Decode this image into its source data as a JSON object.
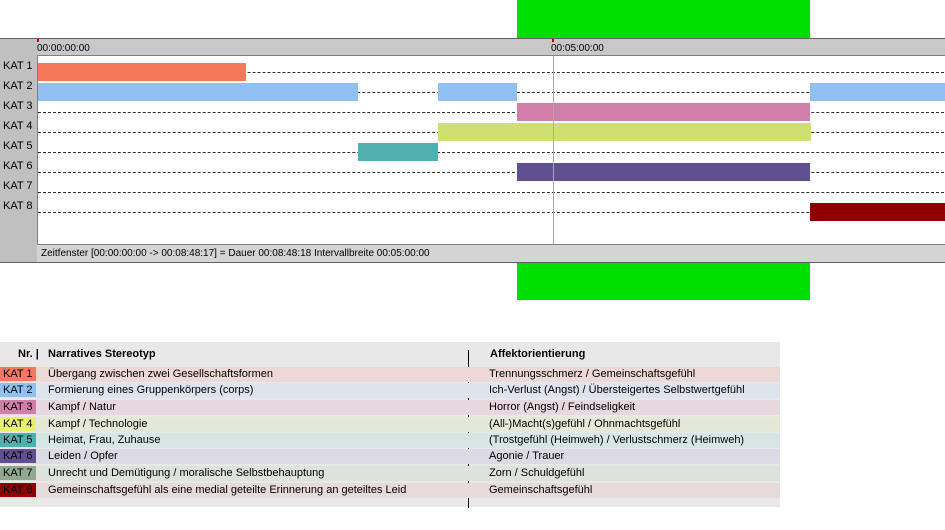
{
  "colors": {
    "highlight": "#00e000",
    "kat1": "#f5785a",
    "kat2": "#90c0f0",
    "kat3": "#d080a8",
    "kat4": "#d0e070",
    "kat5": "#50b0b0",
    "kat6": "#605090",
    "kat7": "#90a890",
    "kat8": "#900000"
  },
  "timeline": {
    "ruler_ticks": [
      "00:00:00:00",
      "00:05:00:00"
    ],
    "categories": [
      "KAT 1",
      "KAT 2",
      "KAT 3",
      "KAT 4",
      "KAT 5",
      "KAT 6",
      "KAT 7",
      "KAT 8"
    ],
    "status_text": "Zeitfenster [00:00:00:00 -> 00:08:48:17] = Dauer 00:08:48:18     Intervallbreite 00:05:00:00"
  },
  "legend": {
    "header_nr": "Nr. |",
    "header_stereotyp": "Narratives Stereotyp",
    "header_affekt": "Affektorientierung",
    "rows": [
      {
        "code": "KAT 1",
        "stereotyp": "Übergang zwischen zwei Gesellschaftsformen",
        "affekt": "Trennungsschmerz / Gemeinschaftsgefühl"
      },
      {
        "code": "KAT 2",
        "stereotyp": "Formierung eines Gruppenkörpers (corps)",
        "affekt": "Ich-Verlust (Angst) / Übersteigertes Selbstwertgefühl"
      },
      {
        "code": "KAT 3",
        "stereotyp": "Kampf / Natur",
        "affekt": "Horror (Angst) / Feindseligkeit"
      },
      {
        "code": "KAT 4",
        "stereotyp": "Kampf / Technologie",
        "affekt": "(All-)Macht(s)gefühl / Ohnmachtsgefühl"
      },
      {
        "code": "KAT 5",
        "stereotyp": "Heimat, Frau, Zuhause",
        "affekt": "(Trostgefühl (Heimweh) / Verlustschmerz (Heimweh)"
      },
      {
        "code": "KAT 6",
        "stereotyp": "Leiden / Opfer",
        "affekt": "Agonie / Trauer"
      },
      {
        "code": "KAT 7",
        "stereotyp": "Unrecht und Demütigung / moralische Selbstbehauptung",
        "affekt": "Zorn / Schuldgefühl"
      },
      {
        "code": "KAT 8",
        "stereotyp": "Gemeinschaftsgefühl als eine medial geteilte Erinnerung an geteiltes Leid",
        "affekt": "Gemeinschaftsgefühl"
      }
    ]
  }
}
